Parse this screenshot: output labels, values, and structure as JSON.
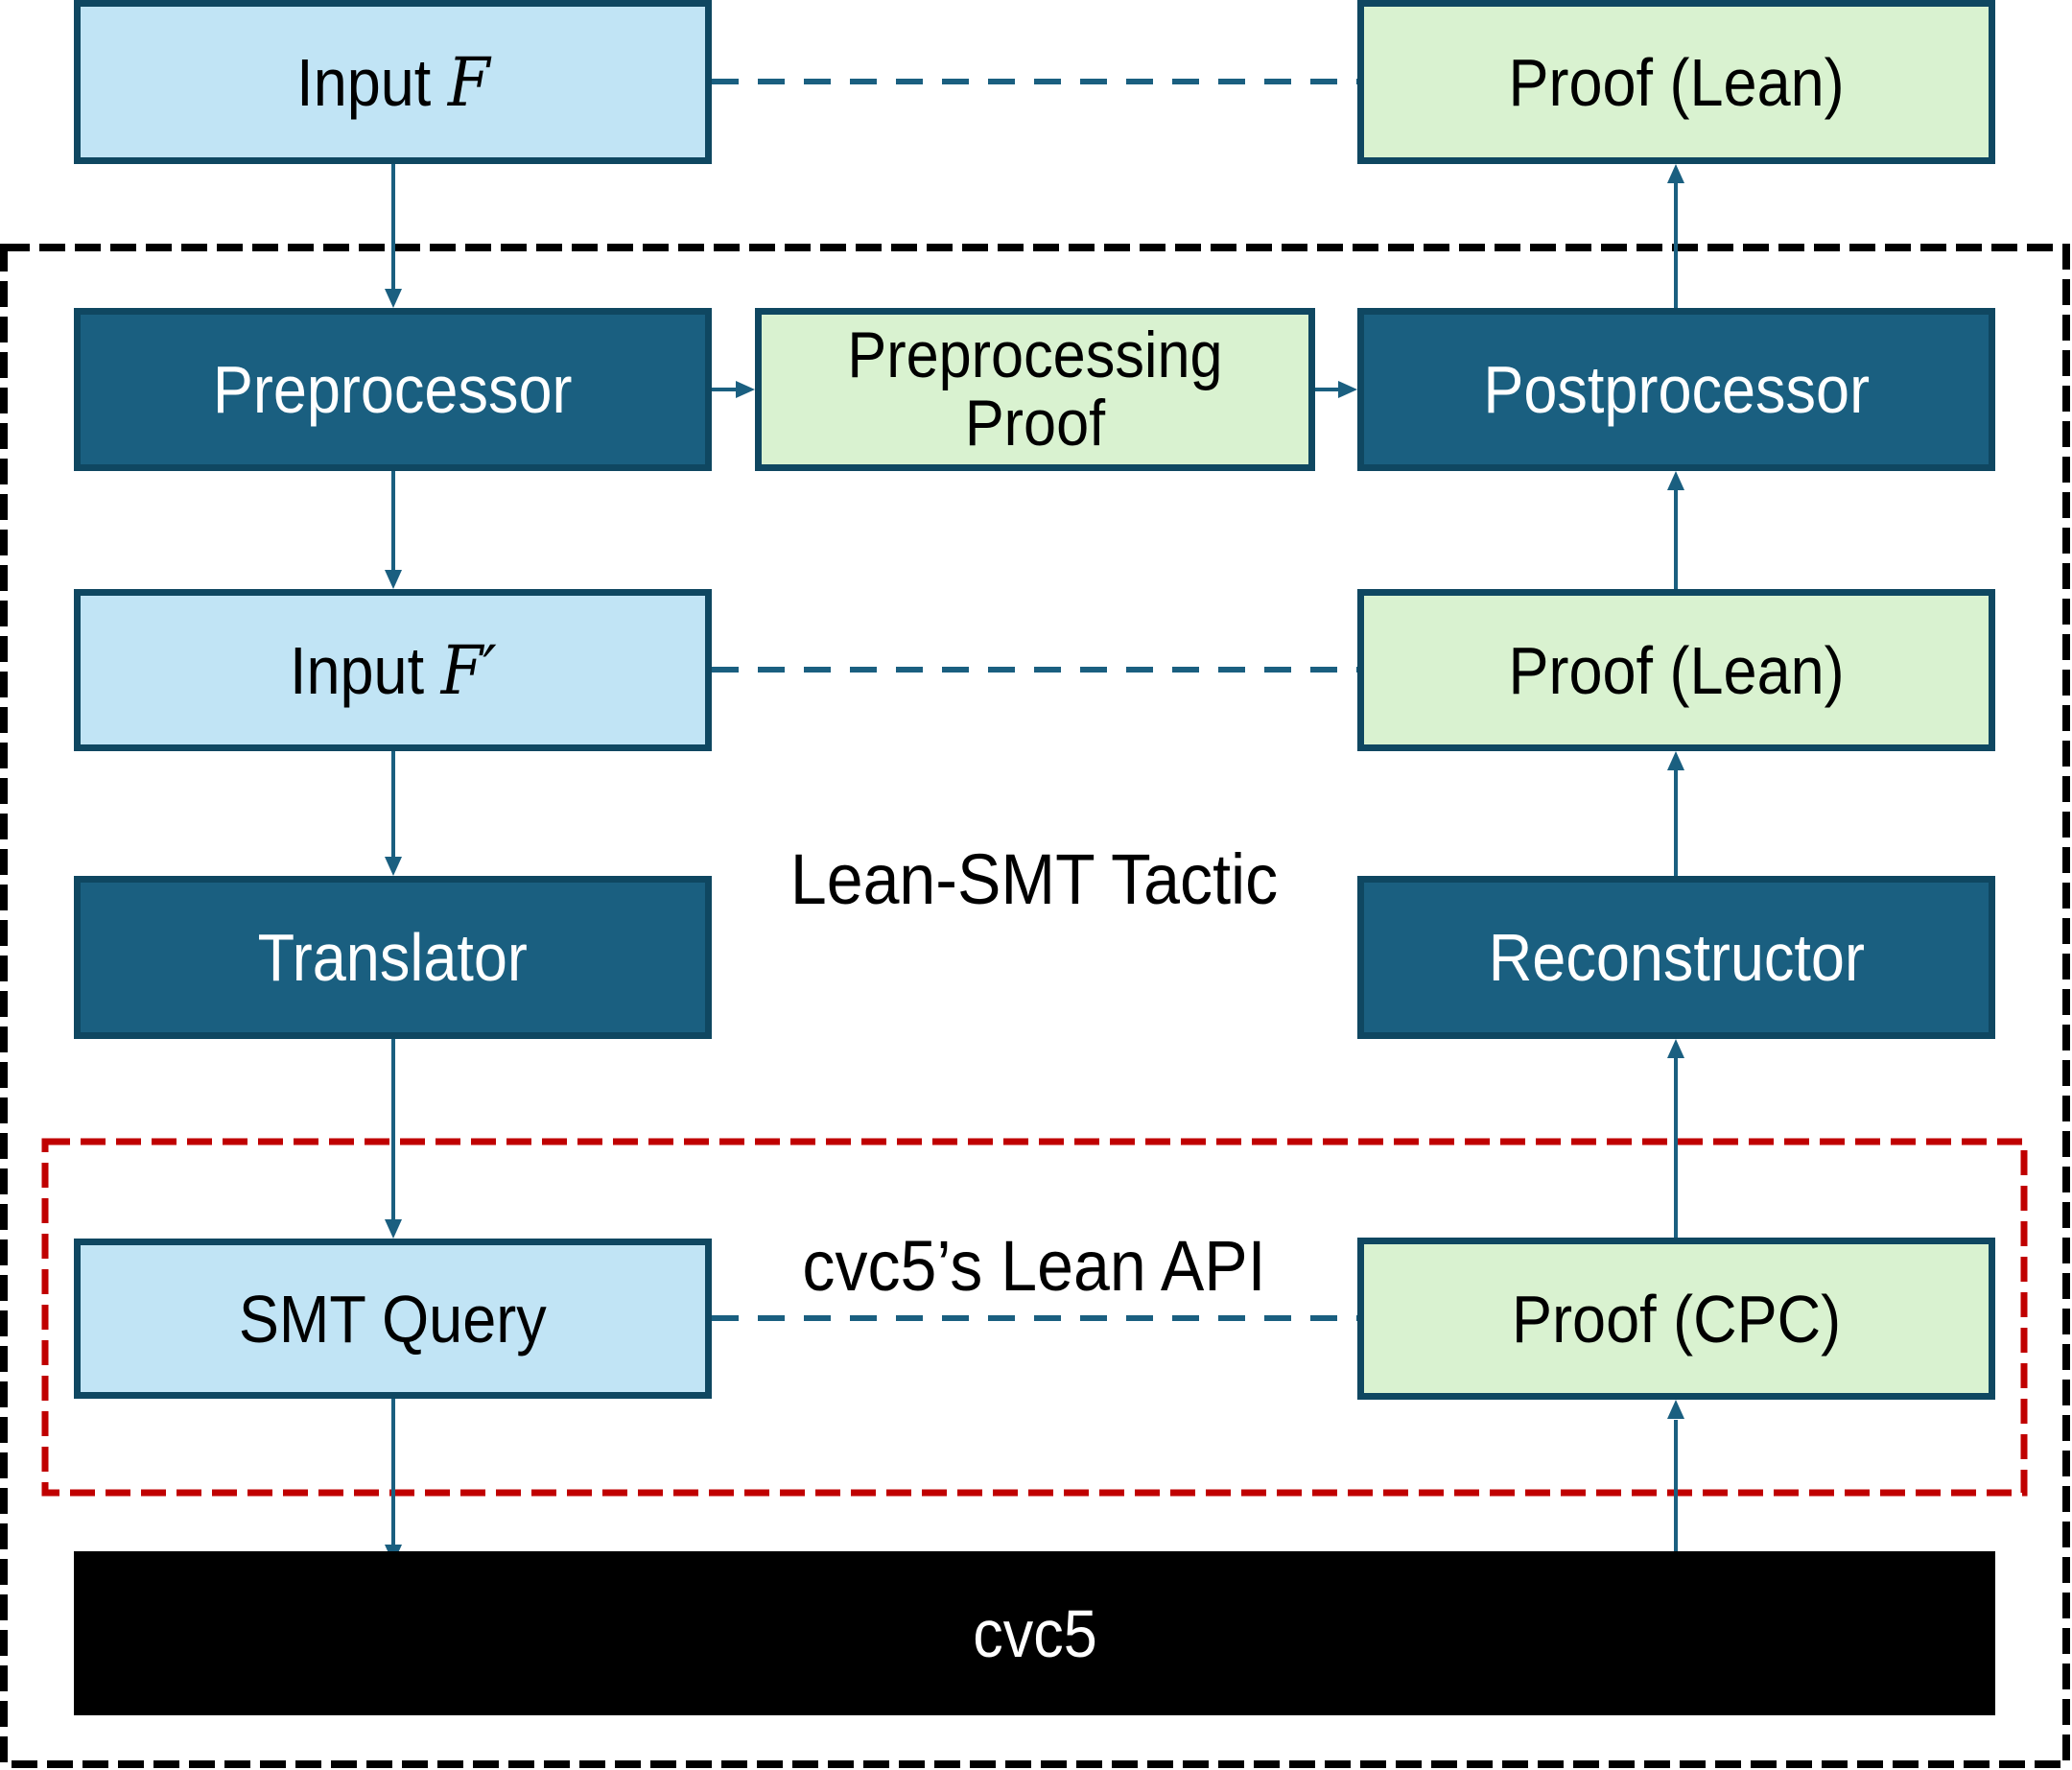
{
  "diagram": {
    "title": "Lean-SMT pipeline",
    "colors": {
      "input_fill": "#C1E4F5",
      "proof_fill": "#D9F2D0",
      "processor_fill": "#1A5F80",
      "box_border": "#0F4761",
      "solver_fill": "#000000",
      "arrow": "#1A5F80",
      "tactic_boundary": "#000000",
      "api_boundary": "#C00000"
    },
    "regions": {
      "tactic": {
        "label": "Lean-SMT Tactic"
      },
      "api": {
        "label": "cvc5’s Lean API"
      }
    },
    "nodes": {
      "input_f": {
        "text": "Input ",
        "math": "F"
      },
      "proof_lean_top": {
        "text": "Proof (Lean)"
      },
      "preprocessor": {
        "text": "Preprocessor"
      },
      "preprocessing_proof": {
        "text": "Preprocessing Proof"
      },
      "postprocessor": {
        "text": "Postprocessor"
      },
      "input_f_prime": {
        "text": "Input ",
        "math": "F′"
      },
      "proof_lean_mid": {
        "text": "Proof (Lean)"
      },
      "translator": {
        "text": "Translator"
      },
      "reconstructor": {
        "text": "Reconstructor"
      },
      "smt_query": {
        "text": "SMT Query"
      },
      "proof_cpc": {
        "text": "Proof (CPC)"
      },
      "cvc5": {
        "text": "cvc5"
      }
    },
    "edges": [
      {
        "from": "input_f",
        "to": "preprocessor",
        "style": "arrow"
      },
      {
        "from": "preprocessor",
        "to": "preprocessing_proof",
        "style": "arrow"
      },
      {
        "from": "preprocessing_proof",
        "to": "postprocessor",
        "style": "arrow"
      },
      {
        "from": "postprocessor",
        "to": "proof_lean_top",
        "style": "arrow"
      },
      {
        "from": "preprocessor",
        "to": "input_f_prime",
        "style": "arrow"
      },
      {
        "from": "proof_lean_mid",
        "to": "postprocessor",
        "style": "arrow"
      },
      {
        "from": "input_f_prime",
        "to": "translator",
        "style": "arrow"
      },
      {
        "from": "reconstructor",
        "to": "proof_lean_mid",
        "style": "arrow"
      },
      {
        "from": "translator",
        "to": "smt_query",
        "style": "arrow"
      },
      {
        "from": "proof_cpc",
        "to": "reconstructor",
        "style": "arrow"
      },
      {
        "from": "smt_query",
        "to": "cvc5",
        "style": "arrow"
      },
      {
        "from": "cvc5",
        "to": "proof_cpc",
        "style": "arrow"
      },
      {
        "from": "input_f",
        "to": "proof_lean_top",
        "style": "dashed"
      },
      {
        "from": "input_f_prime",
        "to": "proof_lean_mid",
        "style": "dashed"
      },
      {
        "from": "smt_query",
        "to": "proof_cpc",
        "style": "dashed"
      }
    ]
  }
}
